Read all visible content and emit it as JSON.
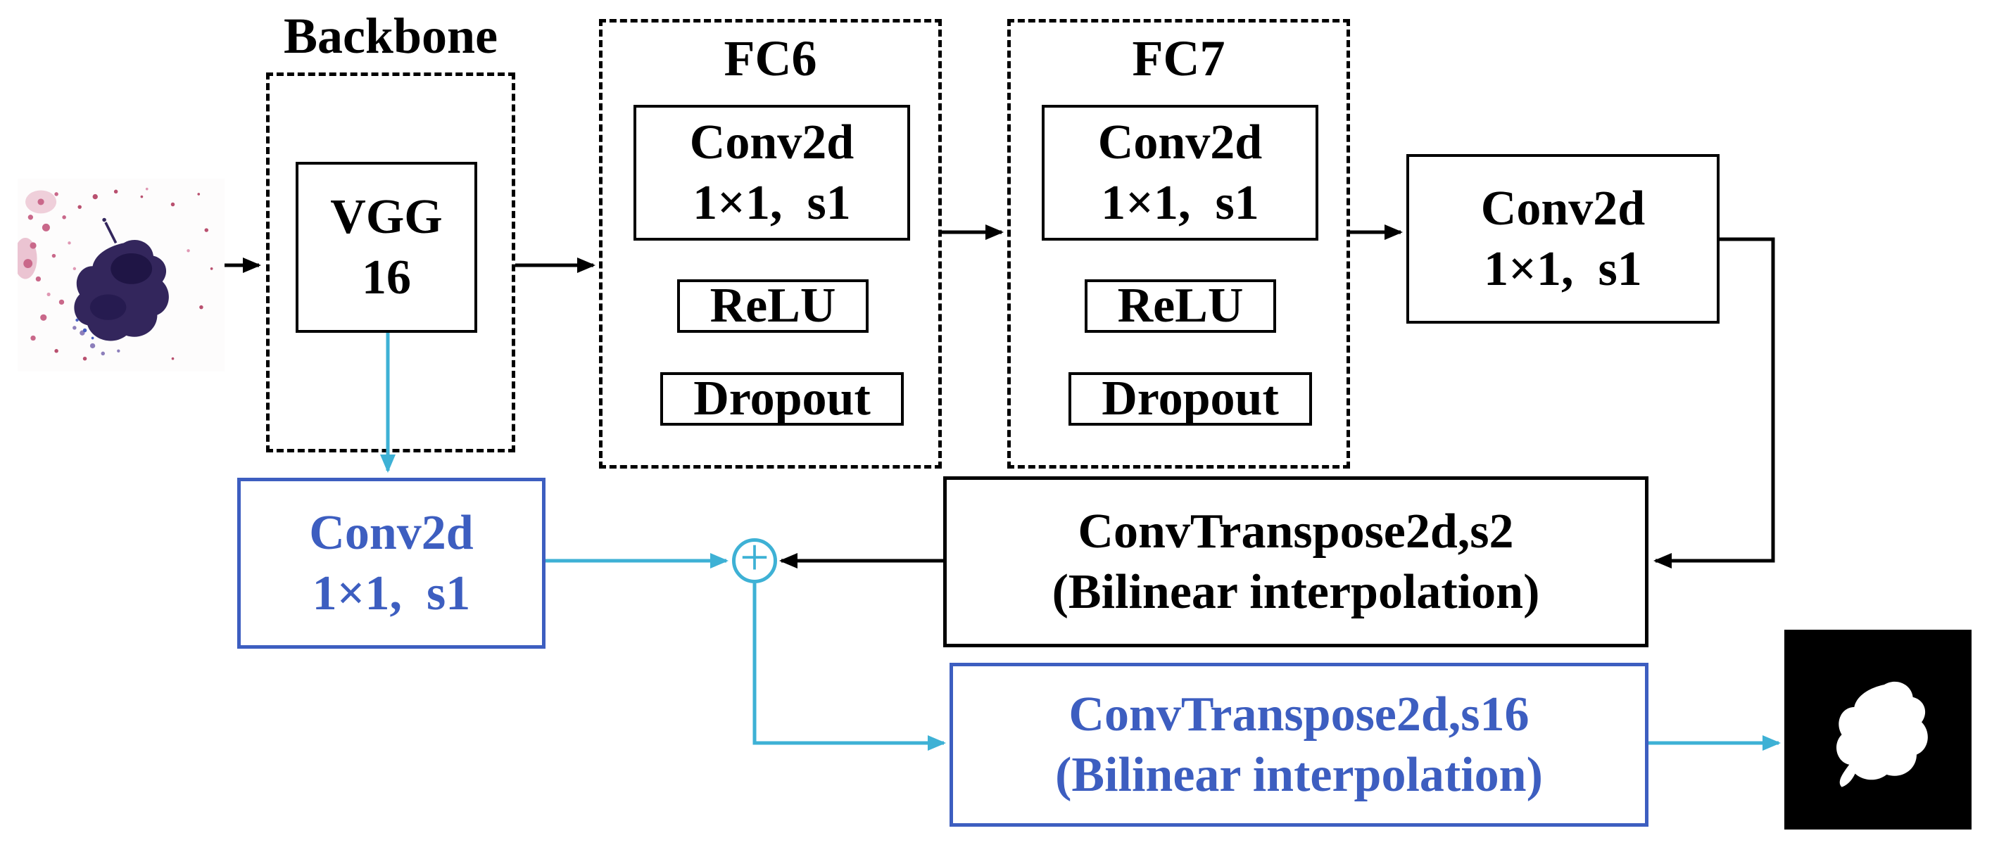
{
  "colors": {
    "box_and_text_blue": "#3D5EC0",
    "skip_arrow_cyan": "#3EB1D5",
    "main_line_black": "#000000"
  },
  "nodes": {
    "backbone_label": "Backbone",
    "vgg_line1": "VGG",
    "vgg_line2": "16",
    "fc6_label": "FC6",
    "fc6_conv_line1": "Conv2d",
    "fc6_conv_line2": "1×1,  s1",
    "fc6_relu": "ReLU",
    "fc6_dropout": "Dropout",
    "fc7_label": "FC7",
    "fc7_conv_line1": "Conv2d",
    "fc7_conv_line2": "1×1,  s1",
    "fc7_relu": "ReLU",
    "fc7_dropout": "Dropout",
    "score_conv_line1": "Conv2d",
    "score_conv_line2": "1×1,  s1",
    "skip_conv_line1": "Conv2d",
    "skip_conv_line2": "1×1,  s1",
    "deconv_s2_line1": "ConvTranspose2d,s2",
    "deconv_s2_line2": "(Bilinear interpolation)",
    "deconv_s16_line1": "ConvTranspose2d,s16",
    "deconv_s16_line2": "(Bilinear interpolation)",
    "sum_symbol": "+"
  }
}
